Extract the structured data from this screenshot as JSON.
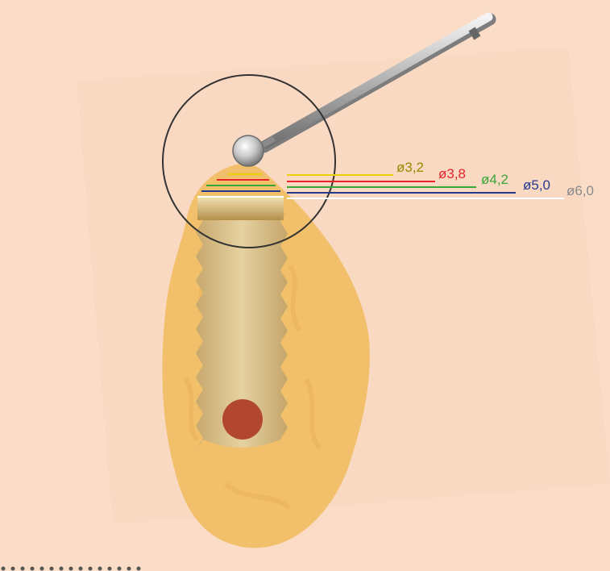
{
  "background_color": "#fbdcc6",
  "bone_color": "#f2bf6a",
  "implant_color": "#c9b27c",
  "apex_marker_color": "#b2472f",
  "drill_icon": "round-bur-drill-icon",
  "magnifier_icon": "detail-circle-icon",
  "diameters": [
    {
      "label": "ø3,2",
      "color": "#e8d100",
      "text_color": "#9a8a00"
    },
    {
      "label": "ø3,8",
      "color": "#e8242c",
      "text_color": "#e8242c"
    },
    {
      "label": "ø4,2",
      "color": "#3aa63a",
      "text_color": "#3aa63a"
    },
    {
      "label": "ø5,0",
      "color": "#263a8c",
      "text_color": "#263a8c"
    },
    {
      "label": "ø6,0",
      "color": "#ffffff",
      "text_color": "#8a8a8a"
    }
  ]
}
